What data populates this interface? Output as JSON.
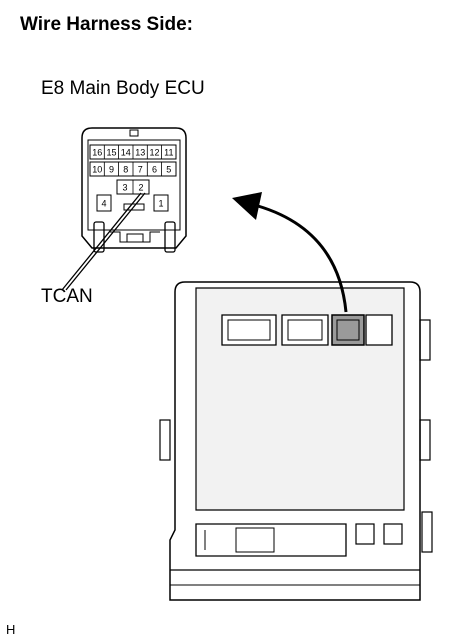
{
  "header": {
    "title": "Wire Harness Side:"
  },
  "connector": {
    "name": "E8 Main Body ECU",
    "pins_row1": [
      "16",
      "15",
      "14",
      "13",
      "12",
      "11"
    ],
    "pins_row2": [
      "10",
      "9",
      "8",
      "7",
      "6",
      "5"
    ],
    "pins_row3": [
      "3",
      "2"
    ],
    "pin_left": "4",
    "pin_right": "1"
  },
  "callout": {
    "label": "TCAN"
  },
  "figure": {
    "code": "H"
  },
  "colors": {
    "highlight": "#9a9a9a",
    "panel": "#f2f2f2",
    "stroke": "#000000"
  }
}
